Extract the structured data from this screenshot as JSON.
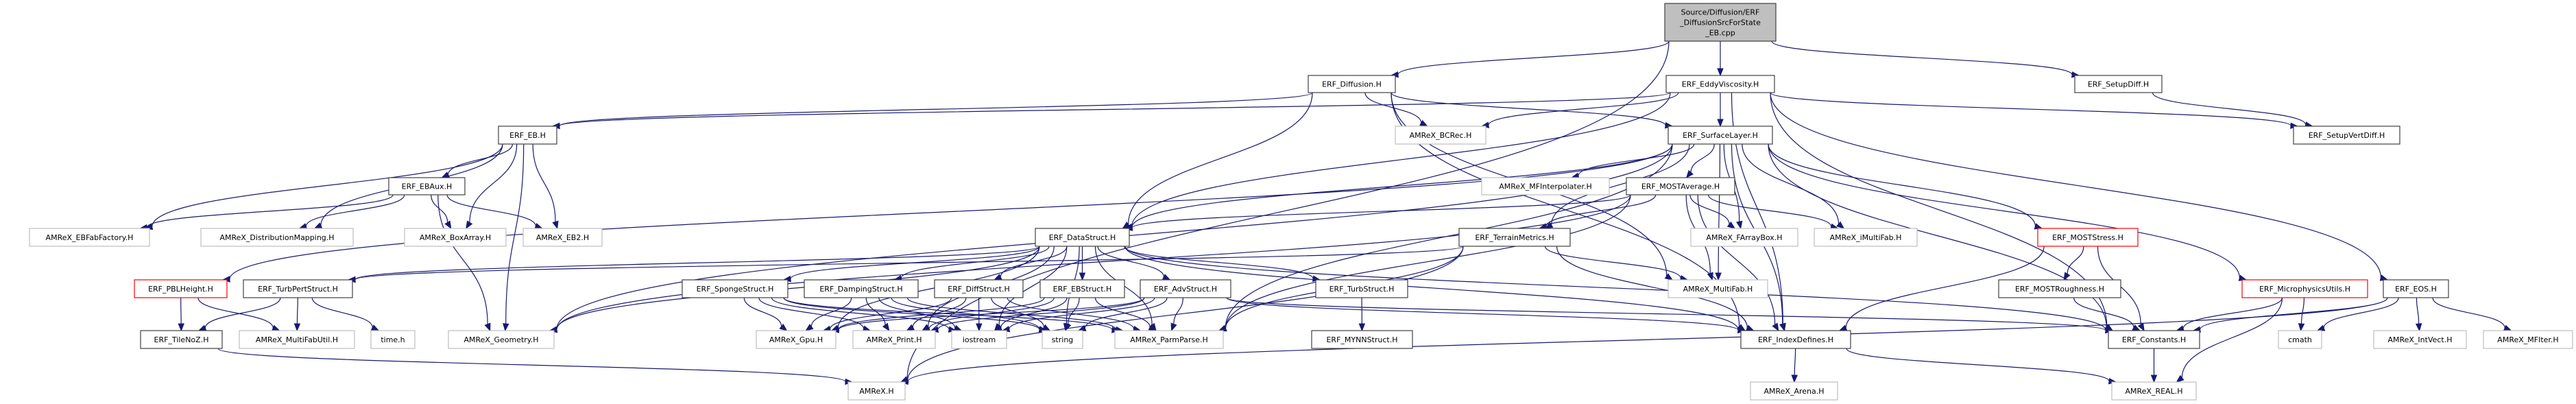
{
  "title": "Source/Diffusion/ERF_DiffusionSrcForState_EB.cpp",
  "colors": {
    "edge": "#191970",
    "root_fill": "#bfbfbf",
    "local_border": "#404040",
    "external_border": "#bfbfbf",
    "incomplete_border": "#ff0000"
  },
  "nodes": [
    {
      "id": "root",
      "kind": "root",
      "lines": [
        "Source/Diffusion/ERF",
        "_DiffusionSrcForState",
        "_EB.cpp"
      ]
    },
    {
      "id": "ERF_Diffusion.H",
      "kind": "local",
      "lines": [
        "ERF_Diffusion.H"
      ]
    },
    {
      "id": "ERF_EddyViscosity.H",
      "kind": "local",
      "lines": [
        "ERF_EddyViscosity.H"
      ]
    },
    {
      "id": "ERF_SetupDiff.H",
      "kind": "local",
      "lines": [
        "ERF_SetupDiff.H"
      ]
    },
    {
      "id": "ERF_EB.H",
      "kind": "local",
      "lines": [
        "ERF_EB.H"
      ]
    },
    {
      "id": "AMReX_BCRec.H",
      "kind": "external",
      "lines": [
        "AMReX_BCRec.H"
      ]
    },
    {
      "id": "ERF_SurfaceLayer.H",
      "kind": "local",
      "lines": [
        "ERF_SurfaceLayer.H"
      ]
    },
    {
      "id": "ERF_SetupVertDiff.H",
      "kind": "local",
      "lines": [
        "ERF_SetupVertDiff.H"
      ]
    },
    {
      "id": "ERF_EBAux.H",
      "kind": "local",
      "lines": [
        "ERF_EBAux.H"
      ]
    },
    {
      "id": "AMReX_MFInterpolater.H",
      "kind": "external",
      "lines": [
        "AMReX_MFInterpolater.H"
      ]
    },
    {
      "id": "ERF_MOSTAverage.H",
      "kind": "local",
      "lines": [
        "ERF_MOSTAverage.H"
      ]
    },
    {
      "id": "AMReX_EBFabFactory.H",
      "kind": "external",
      "lines": [
        "AMReX_EBFabFactory.H"
      ]
    },
    {
      "id": "AMReX_DistributionMapping.H",
      "kind": "external",
      "lines": [
        "AMReX_DistributionMapping.H"
      ]
    },
    {
      "id": "AMReX_BoxArray.H",
      "kind": "external",
      "lines": [
        "AMReX_BoxArray.H"
      ]
    },
    {
      "id": "AMReX_EB2.H",
      "kind": "external",
      "lines": [
        "AMReX_EB2.H"
      ]
    },
    {
      "id": "ERF_DataStruct.H",
      "kind": "local",
      "lines": [
        "ERF_DataStruct.H"
      ]
    },
    {
      "id": "ERF_TerrainMetrics.H",
      "kind": "local",
      "lines": [
        "ERF_TerrainMetrics.H"
      ]
    },
    {
      "id": "AMReX_FArrayBox.H",
      "kind": "external",
      "lines": [
        "AMReX_FArrayBox.H"
      ]
    },
    {
      "id": "AMReX_iMultiFab.H",
      "kind": "external",
      "lines": [
        "AMReX_iMultiFab.H"
      ]
    },
    {
      "id": "ERF_MOSTStress.H",
      "kind": "incomplete",
      "lines": [
        "ERF_MOSTStress.H"
      ]
    },
    {
      "id": "ERF_MicrophysicsUtils.H",
      "kind": "incomplete",
      "lines": [
        "ERF_MicrophysicsUtils.H"
      ]
    },
    {
      "id": "ERF_EOS.H",
      "kind": "local",
      "lines": [
        "ERF_EOS.H"
      ]
    },
    {
      "id": "ERF_PBLHeight.H",
      "kind": "incomplete",
      "lines": [
        "ERF_PBLHeight.H"
      ]
    },
    {
      "id": "ERF_TurbPertStruct.H",
      "kind": "local",
      "lines": [
        "ERF_TurbPertStruct.H"
      ]
    },
    {
      "id": "ERF_SpongeStruct.H",
      "kind": "local",
      "lines": [
        "ERF_SpongeStruct.H"
      ]
    },
    {
      "id": "ERF_DampingStruct.H",
      "kind": "local",
      "lines": [
        "ERF_DampingStruct.H"
      ]
    },
    {
      "id": "ERF_DiffStruct.H",
      "kind": "local",
      "lines": [
        "ERF_DiffStruct.H"
      ]
    },
    {
      "id": "ERF_EBStruct.H",
      "kind": "local",
      "lines": [
        "ERF_EBStruct.H"
      ]
    },
    {
      "id": "ERF_AdvStruct.H",
      "kind": "local",
      "lines": [
        "ERF_AdvStruct.H"
      ]
    },
    {
      "id": "ERF_TurbStruct.H",
      "kind": "local",
      "lines": [
        "ERF_TurbStruct.H"
      ]
    },
    {
      "id": "AMReX_MultiFab.H",
      "kind": "external",
      "lines": [
        "AMReX_MultiFab.H"
      ]
    },
    {
      "id": "ERF_MOSTRoughness.H",
      "kind": "local",
      "lines": [
        "ERF_MOSTRoughness.H"
      ]
    },
    {
      "id": "ERF_TileNoZ.H",
      "kind": "local",
      "lines": [
        "ERF_TileNoZ.H"
      ]
    },
    {
      "id": "AMReX_MultiFabUtil.H",
      "kind": "external",
      "lines": [
        "AMReX_MultiFabUtil.H"
      ]
    },
    {
      "id": "time.h",
      "kind": "external",
      "lines": [
        "time.h"
      ]
    },
    {
      "id": "AMReX_Geometry.H",
      "kind": "external",
      "lines": [
        "AMReX_Geometry.H"
      ]
    },
    {
      "id": "AMReX_Gpu.H",
      "kind": "external",
      "lines": [
        "AMReX_Gpu.H"
      ]
    },
    {
      "id": "AMReX_Print.H",
      "kind": "external",
      "lines": [
        "AMReX_Print.H"
      ]
    },
    {
      "id": "iostream",
      "kind": "external",
      "lines": [
        "iostream"
      ]
    },
    {
      "id": "string",
      "kind": "external",
      "lines": [
        "string"
      ]
    },
    {
      "id": "AMReX_ParmParse.H",
      "kind": "external",
      "lines": [
        "AMReX_ParmParse.H"
      ]
    },
    {
      "id": "ERF_MYNNStruct.H",
      "kind": "local",
      "lines": [
        "ERF_MYNNStruct.H"
      ]
    },
    {
      "id": "ERF_IndexDefines.H",
      "kind": "local",
      "lines": [
        "ERF_IndexDefines.H"
      ]
    },
    {
      "id": "ERF_Constants.H",
      "kind": "local",
      "lines": [
        "ERF_Constants.H"
      ]
    },
    {
      "id": "cmath",
      "kind": "external",
      "lines": [
        "cmath"
      ]
    },
    {
      "id": "AMReX_IntVect.H",
      "kind": "external",
      "lines": [
        "AMReX_IntVect.H"
      ]
    },
    {
      "id": "AMReX_MFIter.H",
      "kind": "external",
      "lines": [
        "AMReX_MFIter.H"
      ]
    },
    {
      "id": "AMReX.H",
      "kind": "external",
      "lines": [
        "AMReX.H"
      ]
    },
    {
      "id": "AMReX_Arena.H",
      "kind": "external",
      "lines": [
        "AMReX_Arena.H"
      ]
    },
    {
      "id": "AMReX_REAL.H",
      "kind": "external",
      "lines": [
        "AMReX_REAL.H"
      ]
    }
  ],
  "edges": [
    [
      "root",
      "ERF_Diffusion.H"
    ],
    [
      "root",
      "ERF_EddyViscosity.H"
    ],
    [
      "root",
      "ERF_SetupDiff.H"
    ],
    [
      "root",
      "AMReX.H"
    ],
    [
      "ERF_Diffusion.H",
      "ERF_EB.H"
    ],
    [
      "ERF_Diffusion.H",
      "AMReX_BCRec.H"
    ],
    [
      "ERF_Diffusion.H",
      "ERF_SurfaceLayer.H"
    ],
    [
      "ERF_Diffusion.H",
      "ERF_DataStruct.H"
    ],
    [
      "ERF_Diffusion.H",
      "ERF_IndexDefines.H"
    ],
    [
      "ERF_Diffusion.H",
      "AMReX_MultiFab.H"
    ],
    [
      "ERF_EddyViscosity.H",
      "ERF_EB.H"
    ],
    [
      "ERF_EddyViscosity.H",
      "AMReX_BCRec.H"
    ],
    [
      "ERF_EddyViscosity.H",
      "ERF_SurfaceLayer.H"
    ],
    [
      "ERF_EddyViscosity.H",
      "ERF_DataStruct.H"
    ],
    [
      "ERF_EddyViscosity.H",
      "ERF_IndexDefines.H"
    ],
    [
      "ERF_EddyViscosity.H",
      "ERF_Constants.H"
    ],
    [
      "ERF_EddyViscosity.H",
      "ERF_EOS.H"
    ],
    [
      "ERF_EddyViscosity.H",
      "ERF_SetupVertDiff.H"
    ],
    [
      "ERF_SetupDiff.H",
      "ERF_SetupVertDiff.H"
    ],
    [
      "ERF_EB.H",
      "ERF_EBAux.H"
    ],
    [
      "ERF_EB.H",
      "AMReX_EBFabFactory.H"
    ],
    [
      "ERF_EB.H",
      "AMReX_DistributionMapping.H"
    ],
    [
      "ERF_EB.H",
      "AMReX_BoxArray.H"
    ],
    [
      "ERF_EB.H",
      "AMReX_EB2.H"
    ],
    [
      "ERF_EB.H",
      "AMReX_Geometry.H"
    ],
    [
      "ERF_EBAux.H",
      "AMReX_EBFabFactory.H"
    ],
    [
      "ERF_EBAux.H",
      "AMReX_DistributionMapping.H"
    ],
    [
      "ERF_EBAux.H",
      "AMReX_BoxArray.H"
    ],
    [
      "ERF_EBAux.H",
      "AMReX_EB2.H"
    ],
    [
      "ERF_EBAux.H",
      "AMReX_Geometry.H"
    ],
    [
      "ERF_SurfaceLayer.H",
      "AMReX_MFInterpolater.H"
    ],
    [
      "ERF_SurfaceLayer.H",
      "ERF_MOSTAverage.H"
    ],
    [
      "ERF_SurfaceLayer.H",
      "ERF_DataStruct.H"
    ],
    [
      "ERF_SurfaceLayer.H",
      "ERF_TerrainMetrics.H"
    ],
    [
      "ERF_SurfaceLayer.H",
      "AMReX_FArrayBox.H"
    ],
    [
      "ERF_SurfaceLayer.H",
      "AMReX_iMultiFab.H"
    ],
    [
      "ERF_SurfaceLayer.H",
      "ERF_MOSTStress.H"
    ],
    [
      "ERF_SurfaceLayer.H",
      "ERF_MicrophysicsUtils.H"
    ],
    [
      "ERF_SurfaceLayer.H",
      "ERF_PBLHeight.H"
    ],
    [
      "ERF_SurfaceLayer.H",
      "AMReX_Geometry.H"
    ],
    [
      "ERF_SurfaceLayer.H",
      "AMReX_MultiFab.H"
    ],
    [
      "ERF_SurfaceLayer.H",
      "ERF_IndexDefines.H"
    ],
    [
      "ERF_SurfaceLayer.H",
      "ERF_Constants.H"
    ],
    [
      "ERF_SurfaceLayer.H",
      "AMReX_ParmParse.H"
    ],
    [
      "ERF_MOSTAverage.H",
      "ERF_DataStruct.H"
    ],
    [
      "ERF_MOSTAverage.H",
      "ERF_TerrainMetrics.H"
    ],
    [
      "ERF_MOSTAverage.H",
      "AMReX_FArrayBox.H"
    ],
    [
      "ERF_MOSTAverage.H",
      "AMReX_iMultiFab.H"
    ],
    [
      "ERF_MOSTAverage.H",
      "AMReX_MultiFab.H"
    ],
    [
      "ERF_MOSTAverage.H",
      "ERF_IndexDefines.H"
    ],
    [
      "ERF_MOSTAverage.H",
      "AMReX_Geometry.H"
    ],
    [
      "ERF_MOSTAverage.H",
      "AMReX_ParmParse.H"
    ],
    [
      "ERF_DataStruct.H",
      "ERF_TurbPertStruct.H"
    ],
    [
      "ERF_DataStruct.H",
      "ERF_SpongeStruct.H"
    ],
    [
      "ERF_DataStruct.H",
      "ERF_DampingStruct.H"
    ],
    [
      "ERF_DataStruct.H",
      "ERF_DiffStruct.H"
    ],
    [
      "ERF_DataStruct.H",
      "ERF_EBStruct.H"
    ],
    [
      "ERF_DataStruct.H",
      "ERF_AdvStruct.H"
    ],
    [
      "ERF_DataStruct.H",
      "ERF_TurbStruct.H"
    ],
    [
      "ERF_DataStruct.H",
      "AMReX_Geometry.H"
    ],
    [
      "ERF_DataStruct.H",
      "AMReX_Gpu.H"
    ],
    [
      "ERF_DataStruct.H",
      "AMReX_Print.H"
    ],
    [
      "ERF_DataStruct.H",
      "iostream"
    ],
    [
      "ERF_DataStruct.H",
      "string"
    ],
    [
      "ERF_DataStruct.H",
      "AMReX_ParmParse.H"
    ],
    [
      "ERF_DataStruct.H",
      "ERF_IndexDefines.H"
    ],
    [
      "ERF_DataStruct.H",
      "ERF_Constants.H"
    ],
    [
      "ERF_TerrainMetrics.H",
      "AMReX_MultiFab.H"
    ],
    [
      "ERF_TerrainMetrics.H",
      "ERF_IndexDefines.H"
    ],
    [
      "ERF_TerrainMetrics.H",
      "ERF_TurbPertStruct.H"
    ],
    [
      "ERF_TerrainMetrics.H",
      "AMReX.H"
    ],
    [
      "ERF_TerrainMetrics.H",
      "AMReX_ParmParse.H"
    ],
    [
      "ERF_MOSTStress.H",
      "ERF_MOSTRoughness.H"
    ],
    [
      "ERF_MOSTStress.H",
      "ERF_Constants.H"
    ],
    [
      "ERF_MOSTStress.H",
      "ERF_IndexDefines.H"
    ],
    [
      "ERF_MOSTRoughness.H",
      "ERF_Constants.H"
    ],
    [
      "ERF_MicrophysicsUtils.H",
      "ERF_Constants.H"
    ],
    [
      "ERF_MicrophysicsUtils.H",
      "cmath"
    ],
    [
      "ERF_MicrophysicsUtils.H",
      "AMReX_REAL.H"
    ],
    [
      "ERF_EOS.H",
      "ERF_Constants.H"
    ],
    [
      "ERF_EOS.H",
      "cmath"
    ],
    [
      "ERF_EOS.H",
      "AMReX_IntVect.H"
    ],
    [
      "ERF_EOS.H",
      "AMReX_MFIter.H"
    ],
    [
      "ERF_EOS.H",
      "AMReX.H"
    ],
    [
      "ERF_PBLHeight.H",
      "ERF_TileNoZ.H"
    ],
    [
      "ERF_PBLHeight.H",
      "AMReX_MultiFabUtil.H"
    ],
    [
      "ERF_TurbPertStruct.H",
      "ERF_TileNoZ.H"
    ],
    [
      "ERF_TurbPertStruct.H",
      "AMReX_MultiFabUtil.H"
    ],
    [
      "ERF_TurbPertStruct.H",
      "time.h"
    ],
    [
      "ERF_TileNoZ.H",
      "AMReX.H"
    ],
    [
      "ERF_SpongeStruct.H",
      "AMReX_Gpu.H"
    ],
    [
      "ERF_SpongeStruct.H",
      "AMReX_Print.H"
    ],
    [
      "ERF_SpongeStruct.H",
      "iostream"
    ],
    [
      "ERF_SpongeStruct.H",
      "string"
    ],
    [
      "ERF_SpongeStruct.H",
      "AMReX_ParmParse.H"
    ],
    [
      "ERF_DampingStruct.H",
      "AMReX_Gpu.H"
    ],
    [
      "ERF_DampingStruct.H",
      "AMReX_Print.H"
    ],
    [
      "ERF_DampingStruct.H",
      "iostream"
    ],
    [
      "ERF_DampingStruct.H",
      "string"
    ],
    [
      "ERF_DampingStruct.H",
      "AMReX_ParmParse.H"
    ],
    [
      "ERF_DiffStruct.H",
      "AMReX_Gpu.H"
    ],
    [
      "ERF_DiffStruct.H",
      "AMReX_Print.H"
    ],
    [
      "ERF_DiffStruct.H",
      "iostream"
    ],
    [
      "ERF_DiffStruct.H",
      "string"
    ],
    [
      "ERF_DiffStruct.H",
      "AMReX_ParmParse.H"
    ],
    [
      "ERF_EBStruct.H",
      "AMReX_Gpu.H"
    ],
    [
      "ERF_EBStruct.H",
      "AMReX_Print.H"
    ],
    [
      "ERF_EBStruct.H",
      "iostream"
    ],
    [
      "ERF_EBStruct.H",
      "string"
    ],
    [
      "ERF_EBStruct.H",
      "AMReX_ParmParse.H"
    ],
    [
      "ERF_AdvStruct.H",
      "AMReX_Gpu.H"
    ],
    [
      "ERF_AdvStruct.H",
      "AMReX_Print.H"
    ],
    [
      "ERF_AdvStruct.H",
      "iostream"
    ],
    [
      "ERF_AdvStruct.H",
      "string"
    ],
    [
      "ERF_AdvStruct.H",
      "AMReX_ParmParse.H"
    ],
    [
      "ERF_AdvStruct.H",
      "ERF_IndexDefines.H"
    ],
    [
      "ERF_AdvStruct.H",
      "ERF_Constants.H"
    ],
    [
      "ERF_TurbStruct.H",
      "ERF_MYNNStruct.H"
    ],
    [
      "ERF_IndexDefines.H",
      "AMReX_Arena.H"
    ],
    [
      "ERF_IndexDefines.H",
      "AMReX_REAL.H"
    ],
    [
      "ERF_Constants.H",
      "AMReX_REAL.H"
    ]
  ]
}
